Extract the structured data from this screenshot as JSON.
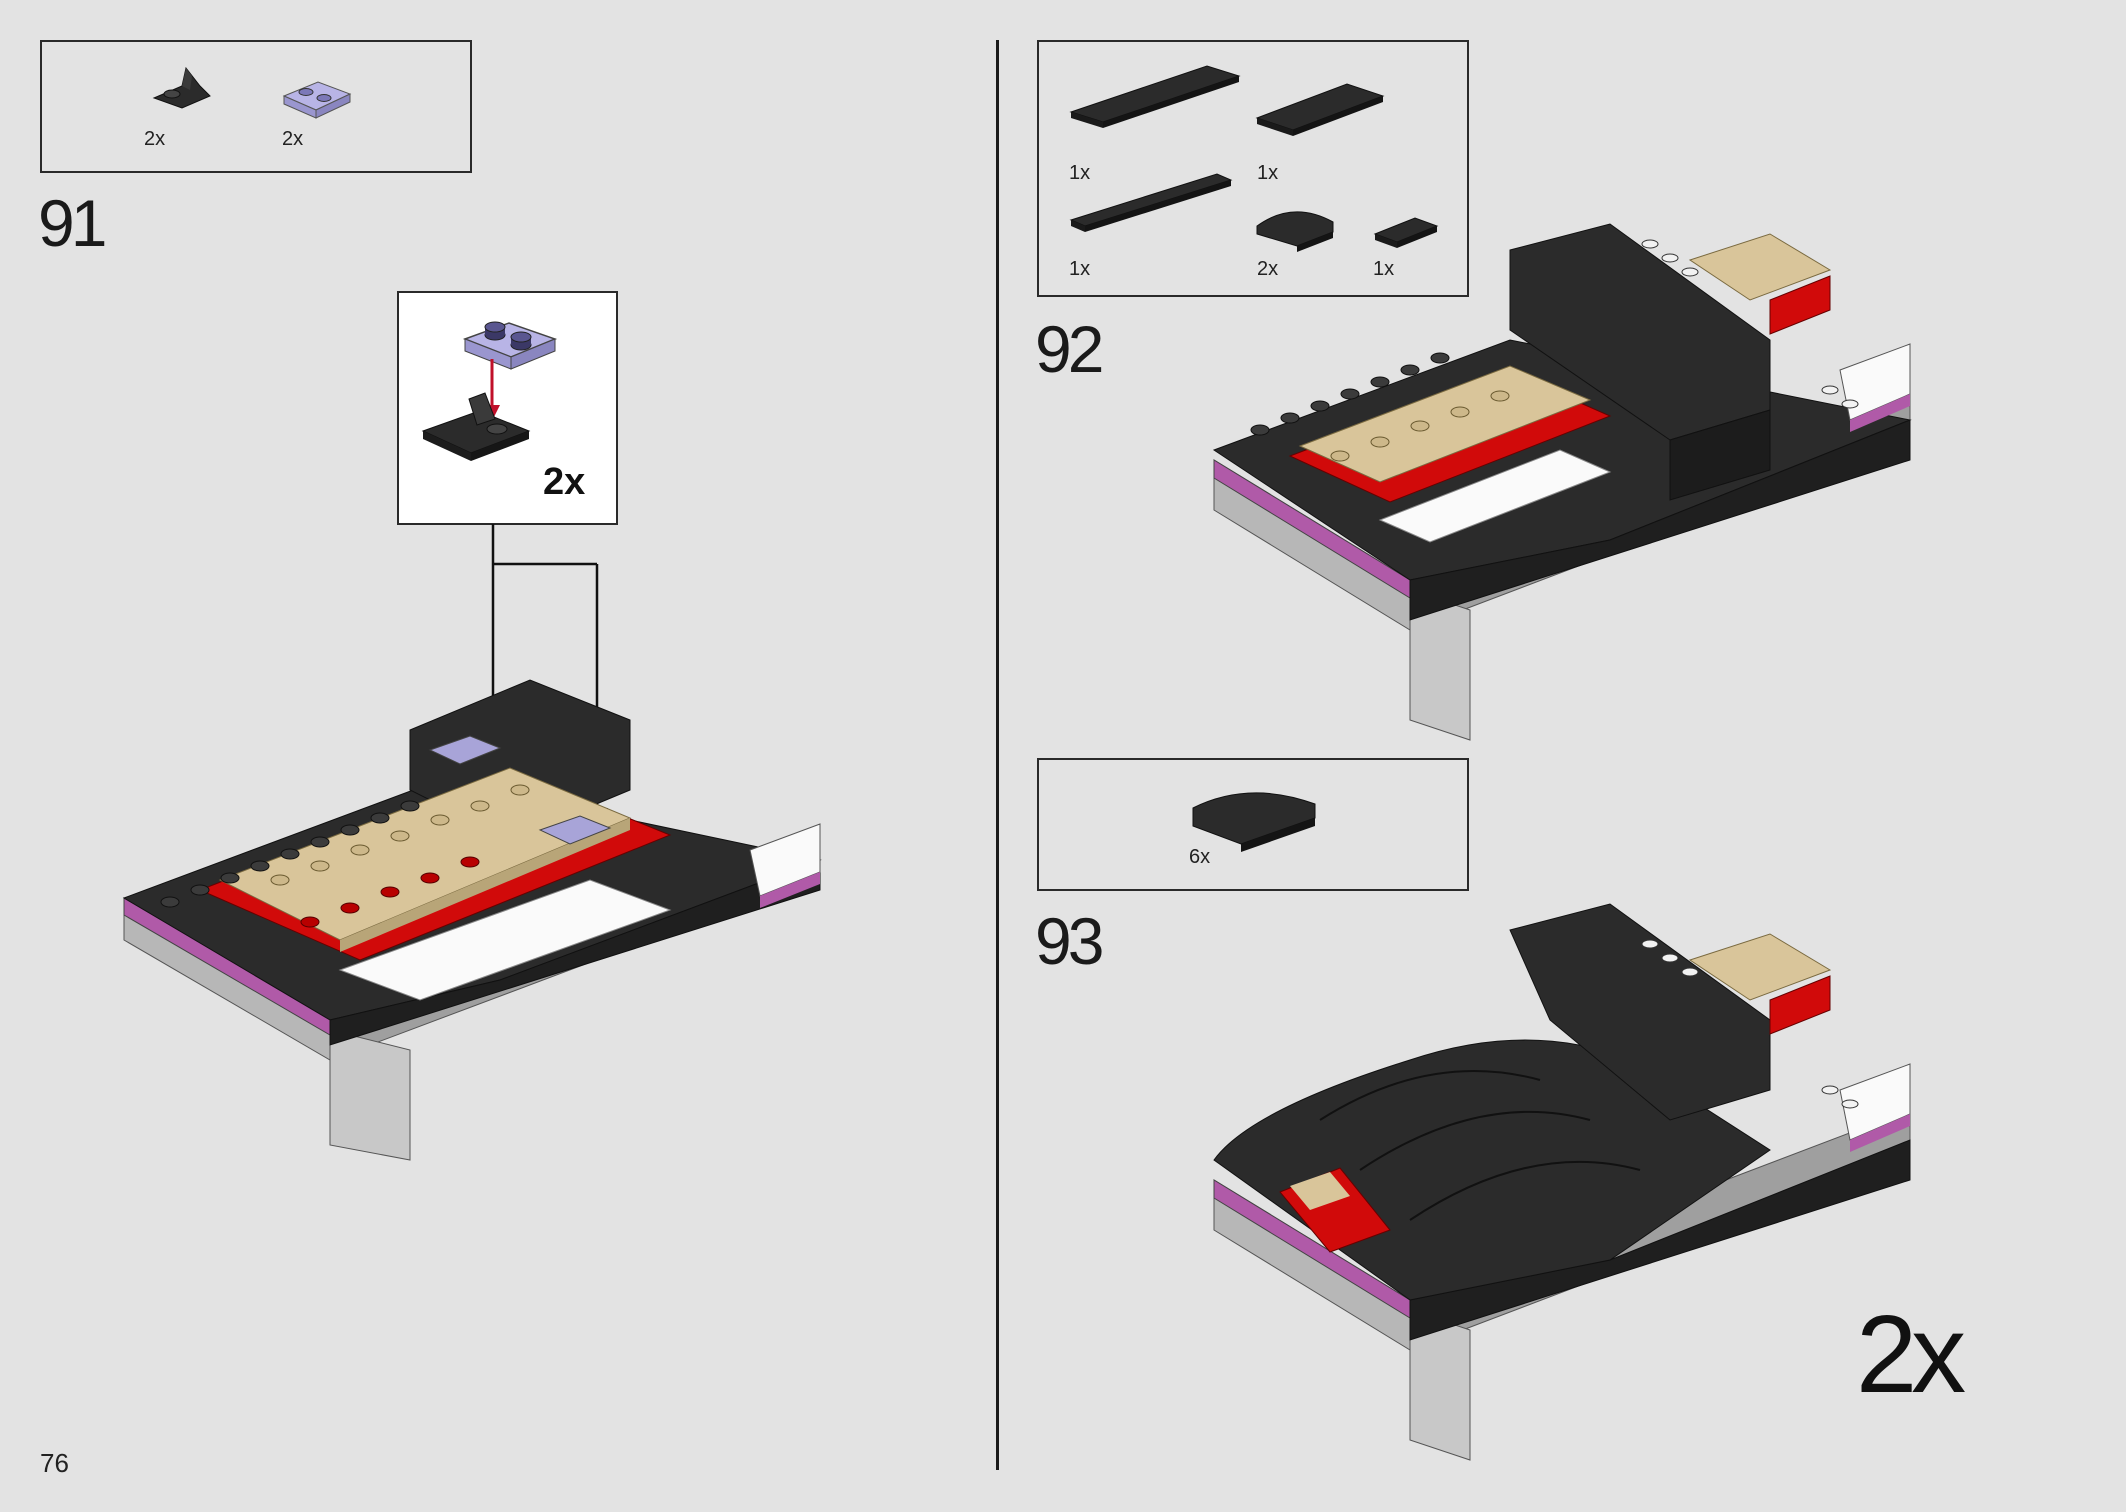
{
  "page_number": "76",
  "steps": [
    {
      "number": "91",
      "parts": [
        {
          "icon": "black-bracket-plate-icon",
          "qty": "2x"
        },
        {
          "icon": "trans-purple-plate-1x2-icon",
          "qty": "2x"
        }
      ],
      "callout_qty": "2x"
    },
    {
      "number": "92",
      "parts": [
        {
          "icon": "black-tile-long-icon",
          "qty": "1x"
        },
        {
          "icon": "black-tile-medium-icon",
          "qty": "1x"
        },
        {
          "icon": "black-tile-thin-long-icon",
          "qty": "1x"
        },
        {
          "icon": "black-curved-slope-icon",
          "qty": "2x"
        },
        {
          "icon": "black-tile-small-icon",
          "qty": "1x"
        }
      ]
    },
    {
      "number": "93",
      "parts": [
        {
          "icon": "black-curved-slope-large-icon",
          "qty": "6x"
        }
      ],
      "build_multiplier": "2x"
    }
  ],
  "colors": {
    "background": "#e3e3e3",
    "black_brick": "#2b2b2b",
    "tan_brick": "#d9c59a",
    "red_brick": "#d10a0a",
    "purple_trim": "#b05aa8",
    "gray_base": "#b9b9b9",
    "trans_purple": "#a8a4d8"
  }
}
